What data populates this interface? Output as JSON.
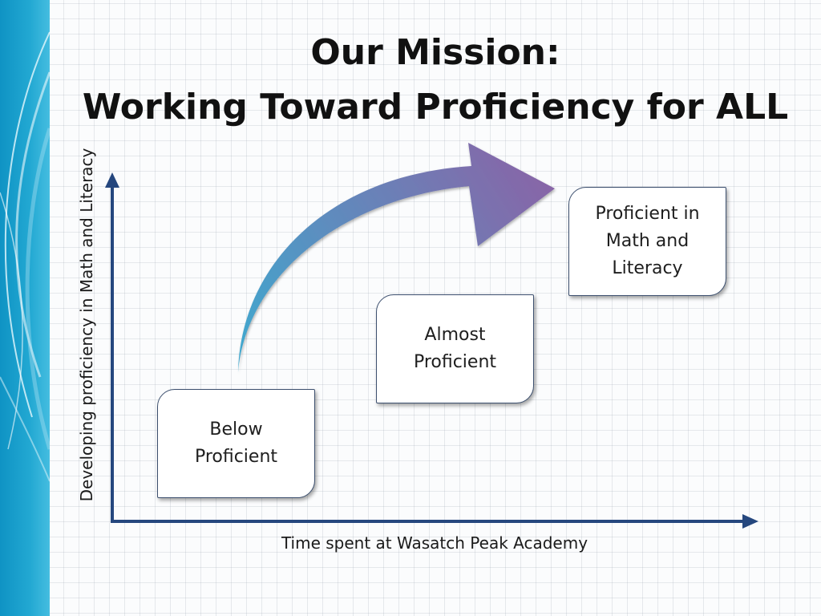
{
  "title": {
    "line1": "Our Mission:",
    "line2": "Working Toward Proficiency for ALL"
  },
  "axes": {
    "x_label": "Time spent at Wasatch Peak Academy",
    "y_label": "Developing proficiency in Math and Literacy"
  },
  "stages": [
    {
      "label": "Below\nProficient"
    },
    {
      "label": "Almost\nProficient"
    },
    {
      "label": "Proficient in\nMath and\nLiteracy"
    }
  ],
  "colors": {
    "axis": "#25477e",
    "arrow_start": "#3fa9cf",
    "arrow_end": "#8a63a6",
    "side_band": "#1aa0cc",
    "box_border": "#3c4f6e"
  }
}
